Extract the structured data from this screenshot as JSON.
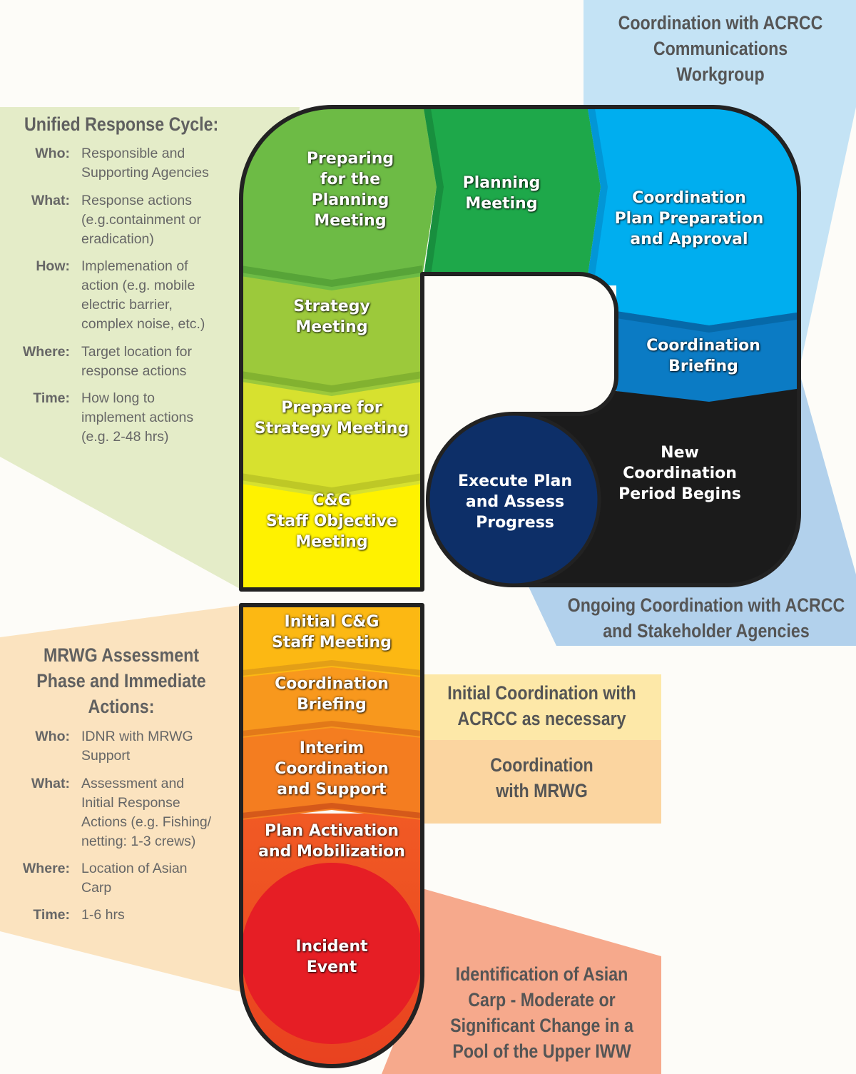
{
  "top_callout": [
    "Coordination with ACRCC",
    "Communications",
    "Workgroup"
  ],
  "ongoing_callout": [
    "Ongoing Coordination with ACRCC",
    "and Stakeholder Agencies"
  ],
  "initial_callout": [
    "Initial Coordination with",
    "ACRCC as necessary"
  ],
  "mrwg_callout": [
    "Coordination",
    "with MRWG"
  ],
  "identification_callout": [
    "Identification of Asian",
    "Carp - Moderate or",
    "Significant Change in a",
    "Pool of the Upper IWW"
  ],
  "unified_panel": {
    "title": "Unified Response Cycle:",
    "rows": [
      {
        "label": "Who:",
        "lines": [
          "Responsible and",
          "Supporting Agencies"
        ]
      },
      {
        "label": "What:",
        "lines": [
          "Response actions",
          "(e.g.containment or",
          "eradication)"
        ]
      },
      {
        "label": "How:",
        "lines": [
          "Implemenation of",
          "action (e.g. mobile",
          "electric barrier,",
          "complex noise, etc.)"
        ]
      },
      {
        "label": "Where:",
        "lines": [
          "Target location for",
          "response actions"
        ]
      },
      {
        "label": "Time:",
        "lines": [
          "How long to",
          "implement actions",
          "(e.g. 2-48 hrs)"
        ]
      }
    ]
  },
  "mrwg_panel": {
    "title": [
      "MRWG Assessment",
      "Phase and Immediate",
      "Actions:"
    ],
    "rows": [
      {
        "label": "Who:",
        "lines": [
          "IDNR with MRWG",
          "Support"
        ]
      },
      {
        "label": "What:",
        "lines": [
          "Assessment and",
          "Initial Response",
          "Actions (e.g. Fishing/",
          "netting: 1-3 crews)"
        ]
      },
      {
        "label": "Where:",
        "lines": [
          "Location of Asian",
          "Carp"
        ]
      },
      {
        "label": "Time:",
        "lines": [
          "1-6 hrs"
        ]
      }
    ]
  },
  "steps": {
    "incident": [
      "Incident",
      "Event"
    ],
    "plan_activation": [
      "Plan Activation",
      "and Mobilization"
    ],
    "interim": [
      "Interim",
      "Coordination",
      "and Support"
    ],
    "coord_briefing_low": [
      "Coordination",
      "Briefing"
    ],
    "initial_cg": [
      "Initial C&G",
      "Staff Meeting"
    ],
    "cg_objective": [
      "C&G",
      "Staff Objective",
      "Meeting"
    ],
    "prepare_strategy": [
      "Prepare for",
      "Strategy Meeting"
    ],
    "strategy": [
      "Strategy",
      "Meeting"
    ],
    "preparing_planning": [
      "Preparing",
      "for the",
      "Planning",
      "Meeting"
    ],
    "planning": [
      "Planning",
      "Meeting"
    ],
    "coord_plan": [
      "Coordination",
      "Plan Preparation",
      "and Approval"
    ],
    "coord_briefing_high": [
      "Coordination",
      "Briefing"
    ],
    "new_period": [
      "New",
      "Coordination",
      "Period Begins"
    ],
    "execute": [
      "Execute Plan",
      "and Assess",
      "Progress"
    ]
  },
  "colors": {
    "green_panel": "#e4ecc8",
    "orange_panel": "#fbe3bf",
    "blue_top": "#c4e3f5",
    "blue_mid": "#b2d1ec",
    "yellow_box": "#fde8a8",
    "orange_box": "#fbd5a0",
    "red_box": "#f6a98c",
    "incident": "#e61e25",
    "execute": "#0d2f68",
    "dark": "#1b1b1b"
  }
}
